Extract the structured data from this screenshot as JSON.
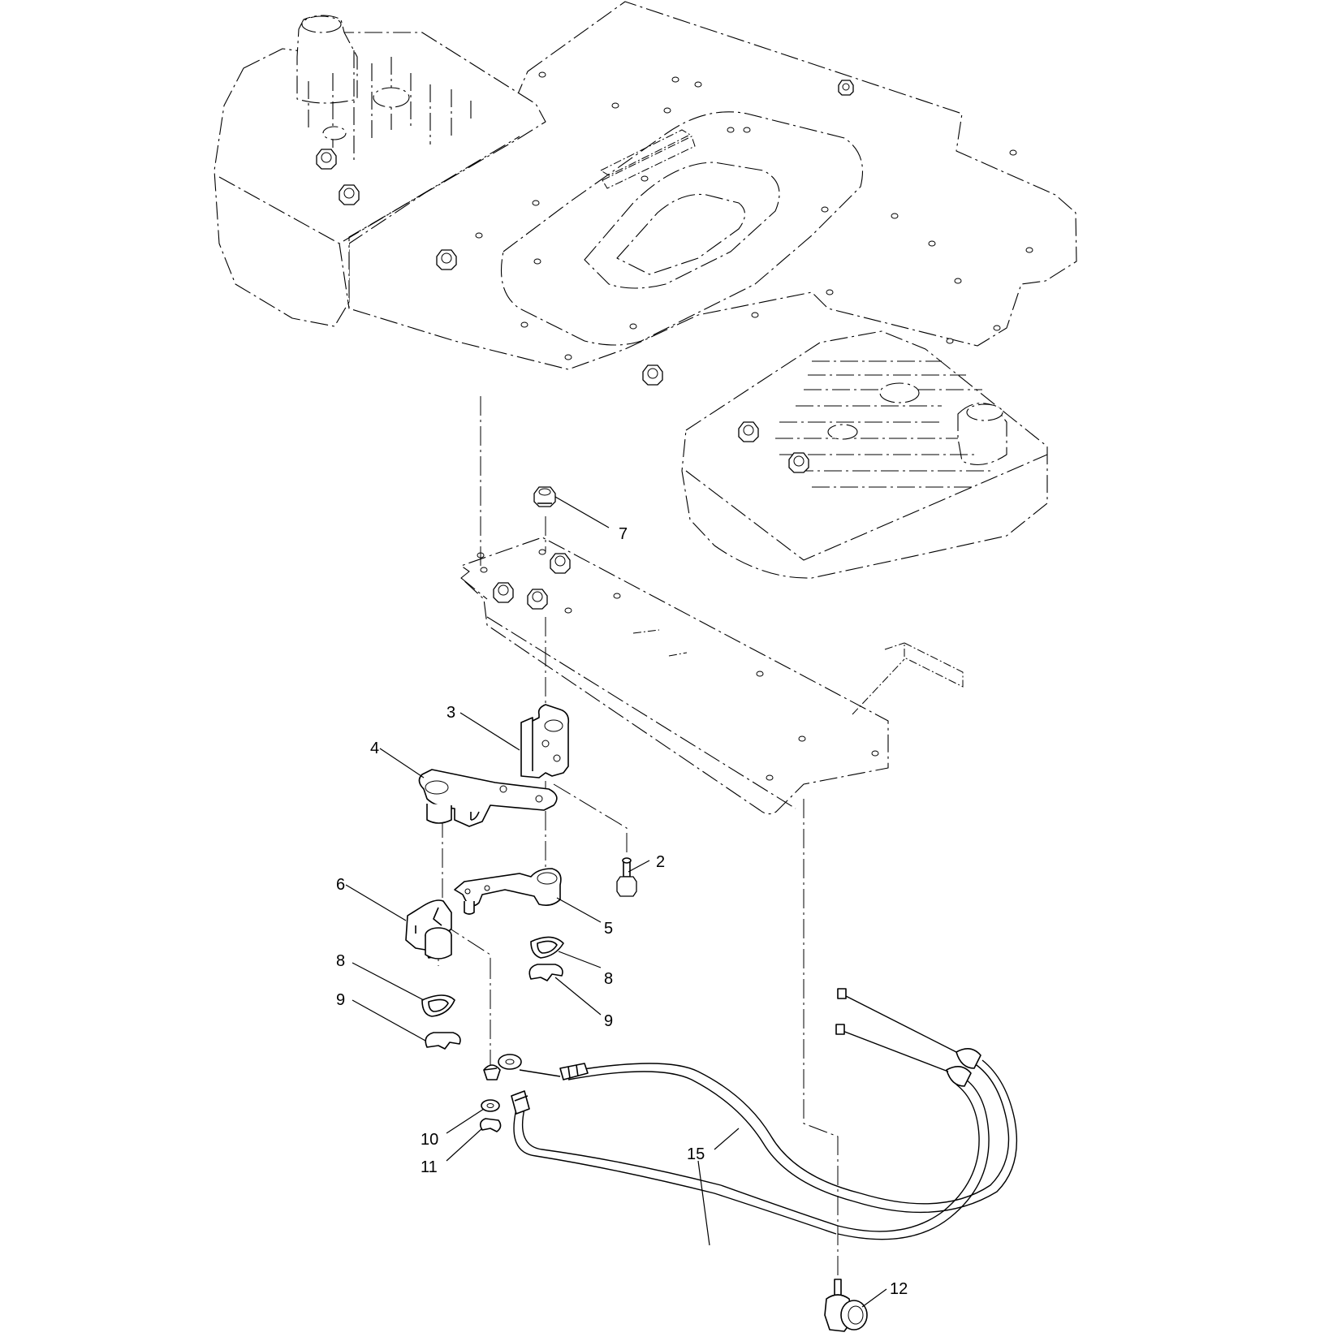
{
  "diagram": {
    "callouts": [
      {
        "id": "2",
        "label": "2"
      },
      {
        "id": "3",
        "label": "3"
      },
      {
        "id": "4",
        "label": "4"
      },
      {
        "id": "5",
        "label": "5"
      },
      {
        "id": "6",
        "label": "6"
      },
      {
        "id": "7",
        "label": "7"
      },
      {
        "id": "8a",
        "label": "8"
      },
      {
        "id": "8b",
        "label": "8"
      },
      {
        "id": "9a",
        "label": "9"
      },
      {
        "id": "9b",
        "label": "9"
      },
      {
        "id": "10",
        "label": "10"
      },
      {
        "id": "11",
        "label": "11"
      },
      {
        "id": "12",
        "label": "12"
      },
      {
        "id": "15",
        "label": "15"
      }
    ]
  }
}
